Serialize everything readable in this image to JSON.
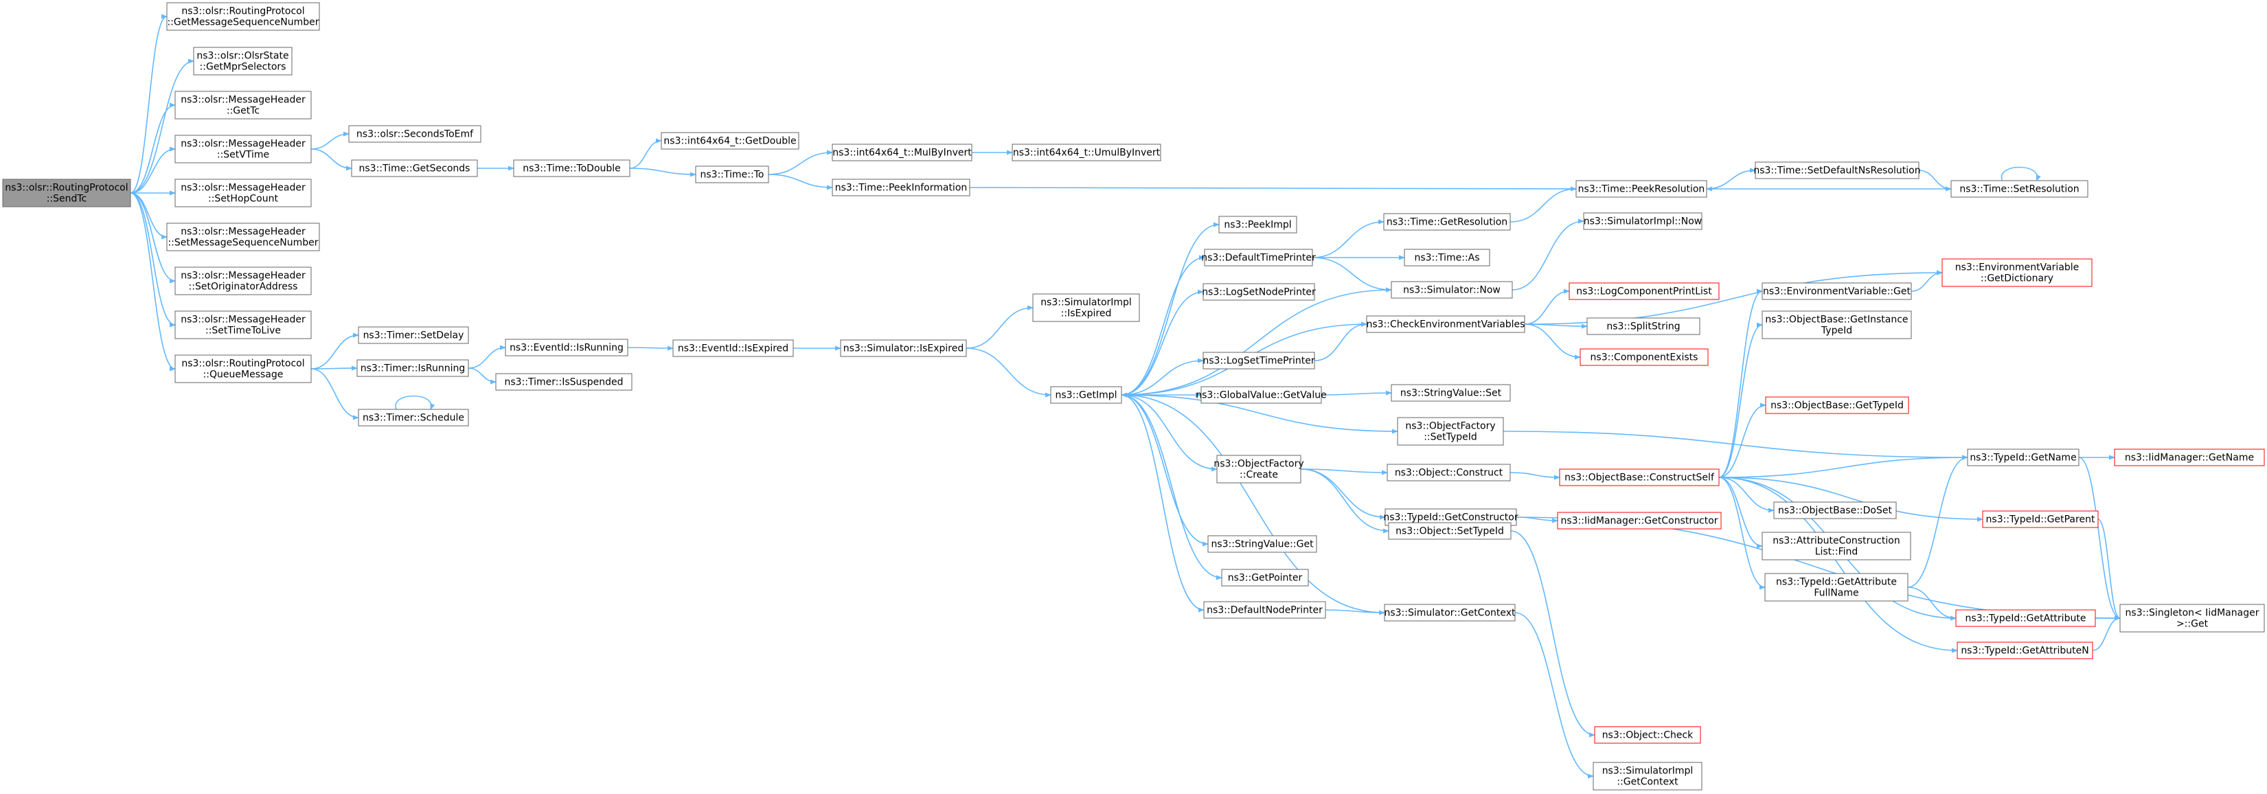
{
  "colors": {
    "edge": "#63b8ff",
    "node_fill": "#ffffff",
    "node_border": "#666666",
    "truncated_border": "#ff0000",
    "root_fill": "#999999",
    "text": "#000000"
  },
  "nodes": [
    {
      "id": "SendTc",
      "lines": [
        "ns3::olsr::RoutingProtocol",
        "::SendTc"
      ],
      "style": "root"
    },
    {
      "id": "GetMessageSequenceNumber",
      "lines": [
        "ns3::olsr::RoutingProtocol",
        "::GetMessageSequenceNumber"
      ],
      "style": "normal"
    },
    {
      "id": "GetMprSelectors",
      "lines": [
        "ns3::olsr::OlsrState",
        "::GetMprSelectors"
      ],
      "style": "normal"
    },
    {
      "id": "GetTc",
      "lines": [
        "ns3::olsr::MessageHeader",
        "::GetTc"
      ],
      "style": "normal"
    },
    {
      "id": "SetVTime",
      "lines": [
        "ns3::olsr::MessageHeader",
        "::SetVTime"
      ],
      "style": "normal"
    },
    {
      "id": "SetHopCount",
      "lines": [
        "ns3::olsr::MessageHeader",
        "::SetHopCount"
      ],
      "style": "normal"
    },
    {
      "id": "SetMsgSeqNum",
      "lines": [
        "ns3::olsr::MessageHeader",
        "::SetMessageSequenceNumber"
      ],
      "style": "normal"
    },
    {
      "id": "SetOriginatorAddress",
      "lines": [
        "ns3::olsr::MessageHeader",
        "::SetOriginatorAddress"
      ],
      "style": "normal"
    },
    {
      "id": "SetTimeToLive",
      "lines": [
        "ns3::olsr::MessageHeader",
        "::SetTimeToLive"
      ],
      "style": "normal"
    },
    {
      "id": "QueueMessage",
      "lines": [
        "ns3::olsr::RoutingProtocol",
        "::QueueMessage"
      ],
      "style": "normal"
    },
    {
      "id": "SecondsToEmf",
      "lines": [
        "ns3::olsr::SecondsToEmf"
      ],
      "style": "normal"
    },
    {
      "id": "GetSeconds",
      "lines": [
        "ns3::Time::GetSeconds"
      ],
      "style": "normal"
    },
    {
      "id": "ToDouble",
      "lines": [
        "ns3::Time::ToDouble"
      ],
      "style": "normal"
    },
    {
      "id": "GetDouble",
      "lines": [
        "ns3::int64x64_t::GetDouble"
      ],
      "style": "normal"
    },
    {
      "id": "To",
      "lines": [
        "ns3::Time::To"
      ],
      "style": "normal"
    },
    {
      "id": "MulByInvert",
      "lines": [
        "ns3::int64x64_t::MulByInvert"
      ],
      "style": "normal"
    },
    {
      "id": "UmulByInvert",
      "lines": [
        "ns3::int64x64_t::UmulByInvert"
      ],
      "style": "normal"
    },
    {
      "id": "PeekInformation",
      "lines": [
        "ns3::Time::PeekInformation"
      ],
      "style": "normal"
    },
    {
      "id": "PeekResolution",
      "lines": [
        "ns3::Time::PeekResolution"
      ],
      "style": "normal"
    },
    {
      "id": "SetDefaultNsResolution",
      "lines": [
        "ns3::Time::SetDefaultNsResolution"
      ],
      "style": "normal"
    },
    {
      "id": "SetResolution",
      "lines": [
        "ns3::Time::SetResolution"
      ],
      "style": "normal"
    },
    {
      "id": "SetDelay",
      "lines": [
        "ns3::Timer::SetDelay"
      ],
      "style": "normal"
    },
    {
      "id": "TimerIsRunning",
      "lines": [
        "ns3::Timer::IsRunning"
      ],
      "style": "normal"
    },
    {
      "id": "Schedule",
      "lines": [
        "ns3::Timer::Schedule"
      ],
      "style": "normal"
    },
    {
      "id": "EventIdIsRunning",
      "lines": [
        "ns3::EventId::IsRunning"
      ],
      "style": "normal"
    },
    {
      "id": "IsSuspended",
      "lines": [
        "ns3::Timer::IsSuspended"
      ],
      "style": "normal"
    },
    {
      "id": "EventIdIsExpired",
      "lines": [
        "ns3::EventId::IsExpired"
      ],
      "style": "normal"
    },
    {
      "id": "SimIsExpired",
      "lines": [
        "ns3::Simulator::IsExpired"
      ],
      "style": "normal"
    },
    {
      "id": "SimImplIsExpired",
      "lines": [
        "ns3::SimulatorImpl",
        "::IsExpired"
      ],
      "style": "normal"
    },
    {
      "id": "GetImpl",
      "lines": [
        "ns3::GetImpl"
      ],
      "style": "normal"
    },
    {
      "id": "PeekImpl",
      "lines": [
        "ns3::PeekImpl"
      ],
      "style": "normal"
    },
    {
      "id": "DefaultTimePrinter",
      "lines": [
        "ns3::DefaultTimePrinter"
      ],
      "style": "normal"
    },
    {
      "id": "LogSetNodePrinter",
      "lines": [
        "ns3::LogSetNodePrinter"
      ],
      "style": "normal"
    },
    {
      "id": "LogSetTimePrinter",
      "lines": [
        "ns3::LogSetTimePrinter"
      ],
      "style": "normal"
    },
    {
      "id": "GlobalValueGetValue",
      "lines": [
        "ns3::GlobalValue::GetValue"
      ],
      "style": "normal"
    },
    {
      "id": "ObjectFactoryCreate",
      "lines": [
        "ns3::ObjectFactory",
        "::Create"
      ],
      "style": "normal"
    },
    {
      "id": "StringValueGet",
      "lines": [
        "ns3::StringValue::Get"
      ],
      "style": "normal"
    },
    {
      "id": "GetPointer",
      "lines": [
        "ns3::GetPointer"
      ],
      "style": "normal"
    },
    {
      "id": "DefaultNodePrinter",
      "lines": [
        "ns3::DefaultNodePrinter"
      ],
      "style": "normal"
    },
    {
      "id": "GetResolution",
      "lines": [
        "ns3::Time::GetResolution"
      ],
      "style": "normal"
    },
    {
      "id": "TimeAs",
      "lines": [
        "ns3::Time::As"
      ],
      "style": "normal"
    },
    {
      "id": "SimNow",
      "lines": [
        "ns3::Simulator::Now"
      ],
      "style": "normal"
    },
    {
      "id": "SimImplNow",
      "lines": [
        "ns3::SimulatorImpl::Now"
      ],
      "style": "normal"
    },
    {
      "id": "CheckEnvVars",
      "lines": [
        "ns3::CheckEnvironmentVariables"
      ],
      "style": "normal"
    },
    {
      "id": "StringValueSet",
      "lines": [
        "ns3::StringValue::Set"
      ],
      "style": "normal"
    },
    {
      "id": "ObjectFactorySetTypeId",
      "lines": [
        "ns3::ObjectFactory",
        "::SetTypeId"
      ],
      "style": "normal"
    },
    {
      "id": "ObjectConstruct",
      "lines": [
        "ns3::Object::Construct"
      ],
      "style": "normal"
    },
    {
      "id": "TypeIdGetConstructor",
      "lines": [
        "ns3::TypeId::GetConstructor"
      ],
      "style": "normal"
    },
    {
      "id": "ObjectSetTypeId",
      "lines": [
        "ns3::Object::SetTypeId"
      ],
      "style": "normal"
    },
    {
      "id": "SimGetContext",
      "lines": [
        "ns3::Simulator::GetContext"
      ],
      "style": "normal"
    },
    {
      "id": "LogComponentPrintList",
      "lines": [
        "ns3::LogComponentPrintList"
      ],
      "style": "truncated"
    },
    {
      "id": "SplitString",
      "lines": [
        "ns3::SplitString"
      ],
      "style": "normal"
    },
    {
      "id": "ComponentExists",
      "lines": [
        "ns3::ComponentExists"
      ],
      "style": "truncated"
    },
    {
      "id": "EnvVarGet",
      "lines": [
        "ns3::EnvironmentVariable::Get"
      ],
      "style": "normal"
    },
    {
      "id": "EnvVarGetDictionary",
      "lines": [
        "ns3::EnvironmentVariable",
        "::GetDictionary"
      ],
      "style": "truncated"
    },
    {
      "id": "ObjectBaseGetInstanceTypeId",
      "lines": [
        "ns3::ObjectBase::GetInstance",
        "TypeId"
      ],
      "style": "normal"
    },
    {
      "id": "ObjectBaseGetTypeId",
      "lines": [
        "ns3::ObjectBase::GetTypeId"
      ],
      "style": "truncated"
    },
    {
      "id": "ConstructSelf",
      "lines": [
        "ns3::ObjectBase::ConstructSelf"
      ],
      "style": "truncated"
    },
    {
      "id": "IidManagerGetConstructor",
      "lines": [
        "ns3::IidManager::GetConstructor"
      ],
      "style": "truncated"
    },
    {
      "id": "ObjectBaseDoSet",
      "lines": [
        "ns3::ObjectBase::DoSet"
      ],
      "style": "normal"
    },
    {
      "id": "AttrConstructionListFind",
      "lines": [
        "ns3::AttributeConstruction",
        "List::Find"
      ],
      "style": "normal"
    },
    {
      "id": "TypeIdGetAttributeFullName",
      "lines": [
        "ns3::TypeId::GetAttribute",
        "FullName"
      ],
      "style": "normal"
    },
    {
      "id": "TypeIdGetName",
      "lines": [
        "ns3::TypeId::GetName"
      ],
      "style": "normal"
    },
    {
      "id": "TypeIdGetParent",
      "lines": [
        "ns3::TypeId::GetParent"
      ],
      "style": "truncated"
    },
    {
      "id": "TypeIdGetAttribute",
      "lines": [
        "ns3::TypeId::GetAttribute"
      ],
      "style": "truncated"
    },
    {
      "id": "TypeIdGetAttributeN",
      "lines": [
        "ns3::TypeId::GetAttributeN"
      ],
      "style": "truncated"
    },
    {
      "id": "IidManagerGetName",
      "lines": [
        "ns3::IidManager::GetName"
      ],
      "style": "truncated"
    },
    {
      "id": "SingletonGet",
      "lines": [
        "ns3::Singleton< IidManager",
        ">::Get"
      ],
      "style": "normal"
    },
    {
      "id": "ObjectCheck",
      "lines": [
        "ns3::Object::Check"
      ],
      "style": "truncated"
    },
    {
      "id": "SimImplGetContext",
      "lines": [
        "ns3::SimulatorImpl",
        "::GetContext"
      ],
      "style": "normal"
    }
  ],
  "edges": [
    [
      "SendTc",
      "GetMessageSequenceNumber"
    ],
    [
      "SendTc",
      "GetMprSelectors"
    ],
    [
      "SendTc",
      "GetTc"
    ],
    [
      "SendTc",
      "SetVTime"
    ],
    [
      "SendTc",
      "SetHopCount"
    ],
    [
      "SendTc",
      "SetMsgSeqNum"
    ],
    [
      "SendTc",
      "SetOriginatorAddress"
    ],
    [
      "SendTc",
      "SetTimeToLive"
    ],
    [
      "SendTc",
      "QueueMessage"
    ],
    [
      "SetVTime",
      "SecondsToEmf"
    ],
    [
      "SetVTime",
      "GetSeconds"
    ],
    [
      "GetSeconds",
      "ToDouble"
    ],
    [
      "ToDouble",
      "GetDouble"
    ],
    [
      "ToDouble",
      "To"
    ],
    [
      "To",
      "MulByInvert"
    ],
    [
      "To",
      "PeekInformation"
    ],
    [
      "MulByInvert",
      "UmulByInvert"
    ],
    [
      "PeekInformation",
      "PeekResolution"
    ],
    [
      "PeekResolution",
      "SetDefaultNsResolution"
    ],
    [
      "SetDefaultNsResolution",
      "SetResolution"
    ],
    [
      "SetResolution",
      "PeekResolution"
    ],
    [
      "SetResolution",
      "SetResolution"
    ],
    [
      "QueueMessage",
      "SetDelay"
    ],
    [
      "QueueMessage",
      "TimerIsRunning"
    ],
    [
      "QueueMessage",
      "Schedule"
    ],
    [
      "Schedule",
      "Schedule"
    ],
    [
      "TimerIsRunning",
      "EventIdIsRunning"
    ],
    [
      "TimerIsRunning",
      "IsSuspended"
    ],
    [
      "EventIdIsRunning",
      "EventIdIsExpired"
    ],
    [
      "EventIdIsExpired",
      "SimIsExpired"
    ],
    [
      "SimIsExpired",
      "SimImplIsExpired"
    ],
    [
      "SimIsExpired",
      "GetImpl"
    ],
    [
      "GetImpl",
      "PeekImpl"
    ],
    [
      "GetImpl",
      "DefaultTimePrinter"
    ],
    [
      "GetImpl",
      "LogSetNodePrinter"
    ],
    [
      "GetImpl",
      "LogSetTimePrinter"
    ],
    [
      "GetImpl",
      "GlobalValueGetValue"
    ],
    [
      "GetImpl",
      "ObjectFactorySetTypeId"
    ],
    [
      "GetImpl",
      "ObjectFactoryCreate"
    ],
    [
      "GetImpl",
      "StringValueGet"
    ],
    [
      "GetImpl",
      "GetPointer"
    ],
    [
      "GetImpl",
      "DefaultNodePrinter"
    ],
    [
      "GetImpl",
      "CheckEnvVars"
    ],
    [
      "DefaultTimePrinter",
      "GetResolution"
    ],
    [
      "DefaultTimePrinter",
      "TimeAs"
    ],
    [
      "DefaultTimePrinter",
      "SimNow"
    ],
    [
      "SimNow",
      "GetImpl"
    ],
    [
      "SimNow",
      "SimImplNow"
    ],
    [
      "GetResolution",
      "PeekResolution"
    ],
    [
      "LogSetTimePrinter",
      "CheckEnvVars"
    ],
    [
      "CheckEnvVars",
      "LogComponentPrintList"
    ],
    [
      "CheckEnvVars",
      "SplitString"
    ],
    [
      "CheckEnvVars",
      "ComponentExists"
    ],
    [
      "CheckEnvVars",
      "EnvVarGetDictionary"
    ],
    [
      "GlobalValueGetValue",
      "StringValueSet"
    ],
    [
      "ObjectFactorySetTypeId",
      "TypeIdGetName"
    ],
    [
      "ObjectFactoryCreate",
      "ObjectConstruct"
    ],
    [
      "ObjectFactoryCreate",
      "TypeIdGetConstructor"
    ],
    [
      "ObjectFactoryCreate",
      "ObjectSetTypeId"
    ],
    [
      "ObjectConstruct",
      "ConstructSelf"
    ],
    [
      "TypeIdGetConstructor",
      "IidManagerGetConstructor"
    ],
    [
      "TypeIdGetConstructor",
      "SingletonGet"
    ],
    [
      "ObjectSetTypeId",
      "ObjectCheck"
    ],
    [
      "DefaultNodePrinter",
      "SimGetContext"
    ],
    [
      "SimGetContext",
      "GetImpl"
    ],
    [
      "SimGetContext",
      "SimImplGetContext"
    ],
    [
      "ConstructSelf",
      "EnvVarGet"
    ],
    [
      "ConstructSelf",
      "ObjectBaseGetInstanceTypeId"
    ],
    [
      "ConstructSelf",
      "ObjectBaseGetTypeId"
    ],
    [
      "ConstructSelf",
      "TypeIdGetName"
    ],
    [
      "ConstructSelf",
      "ObjectBaseDoSet"
    ],
    [
      "ConstructSelf",
      "AttrConstructionListFind"
    ],
    [
      "ConstructSelf",
      "TypeIdGetAttributeFullName"
    ],
    [
      "ConstructSelf",
      "TypeIdGetParent"
    ],
    [
      "ConstructSelf",
      "TypeIdGetAttribute"
    ],
    [
      "ConstructSelf",
      "TypeIdGetAttributeN"
    ],
    [
      "EnvVarGet",
      "EnvVarGetDictionary"
    ],
    [
      "TypeIdGetAttributeFullName",
      "TypeIdGetName"
    ],
    [
      "TypeIdGetAttributeFullName",
      "TypeIdGetAttribute"
    ],
    [
      "TypeIdGetName",
      "IidManagerGetName"
    ],
    [
      "TypeIdGetName",
      "SingletonGet"
    ],
    [
      "TypeIdGetParent",
      "SingletonGet"
    ],
    [
      "TypeIdGetAttribute",
      "SingletonGet"
    ],
    [
      "TypeIdGetAttributeN",
      "SingletonGet"
    ]
  ]
}
